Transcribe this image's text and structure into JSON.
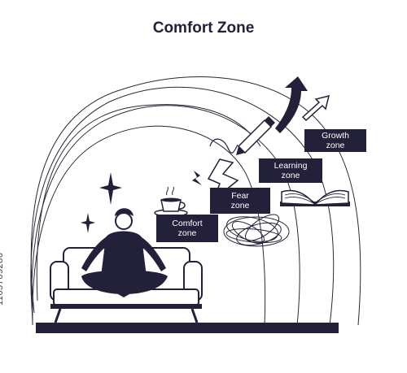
{
  "title": "Comfort Zone",
  "zones": {
    "comfort": "Comfort\nzone",
    "fear": "Fear\nzone",
    "learning": "Learning\nzone",
    "growth": "Growth\nzone"
  },
  "watermark_id": "1165769286",
  "colors": {
    "ink": "#23203a",
    "background": "#ffffff"
  },
  "icons": [
    "sparkle-icon",
    "coffee-cup-icon",
    "lightning-icon",
    "pencil-icon",
    "scribble-icon",
    "open-book-icon",
    "arrow-up-icon",
    "outline-arrow-icon"
  ]
}
